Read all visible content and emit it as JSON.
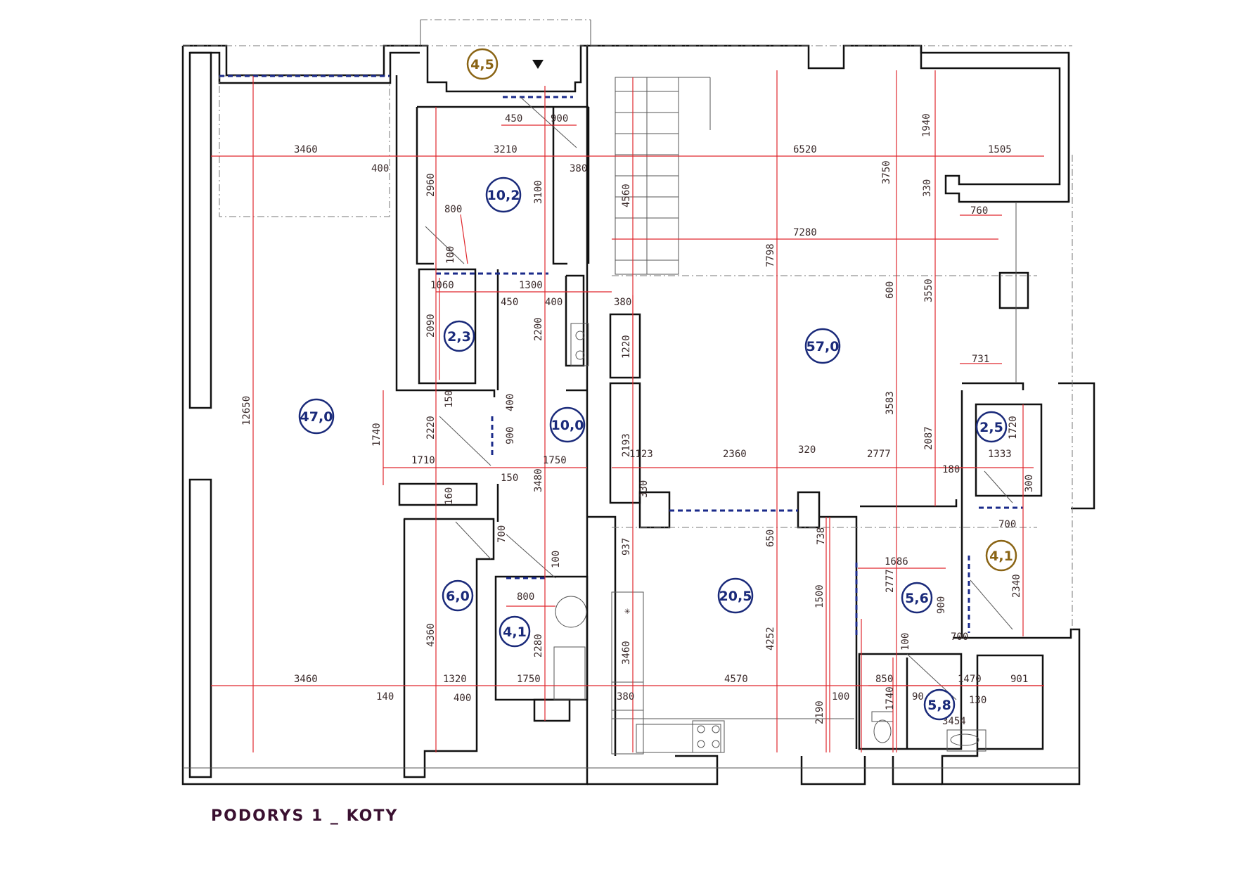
{
  "caption": "PODORYS 1 _ KOTY",
  "rooms": [
    {
      "label": "47,0",
      "type": "interior"
    },
    {
      "label": "10,2",
      "type": "interior"
    },
    {
      "label": "2,3",
      "type": "interior"
    },
    {
      "label": "10,0",
      "type": "interior"
    },
    {
      "label": "6,0",
      "type": "interior"
    },
    {
      "label": "4,1",
      "type": "interior"
    },
    {
      "label": "57,0",
      "type": "interior"
    },
    {
      "label": "20,5",
      "type": "interior"
    },
    {
      "label": "5,6",
      "type": "interior"
    },
    {
      "label": "5,8",
      "type": "interior"
    },
    {
      "label": "2,5",
      "type": "interior"
    },
    {
      "label": "4,5",
      "type": "exterior"
    },
    {
      "label": "4,1",
      "type": "exterior"
    }
  ],
  "dimensions": [
    "3460",
    "400",
    "3210",
    "380",
    "6520",
    "1505",
    "1940",
    "3750",
    "330",
    "760",
    "2960",
    "3100",
    "800",
    "4560",
    "7280",
    "100",
    "1060",
    "1300",
    "450",
    "400",
    "380",
    "7798",
    "600",
    "3550",
    "2090",
    "2200",
    "1220",
    "731",
    "12650",
    "1740",
    "2220",
    "150",
    "400",
    "900",
    "3583",
    "2087",
    "1720",
    "2193",
    "1123",
    "2360",
    "320",
    "2777",
    "1333",
    "1710",
    "1750",
    "150",
    "180",
    "3480",
    "160",
    "330",
    "300",
    "700",
    "700",
    "937",
    "738",
    "650",
    "1686",
    "2777",
    "2340",
    "4360",
    "800",
    "100",
    "900",
    "1500",
    "700",
    "2280",
    "3460",
    "4252",
    "100",
    "3460",
    "1320",
    "1750",
    "4570",
    "850",
    "1470",
    "901",
    "140",
    "400",
    "380",
    "100",
    "1740",
    "90",
    "130",
    "2190",
    "3454",
    "450",
    "900"
  ],
  "colors": {
    "wall": "#111111",
    "dimension": "#e0282e",
    "door": "#1a2a8a",
    "room_label": "#1a2a7a",
    "exterior_label": "#8a6414",
    "caption": "#3a1030"
  },
  "icons": [
    "stair-arrow-icon",
    "hob-icon",
    "washing-machine-icon",
    "toilet-icon",
    "bathtub-icon",
    "sink-icon"
  ]
}
